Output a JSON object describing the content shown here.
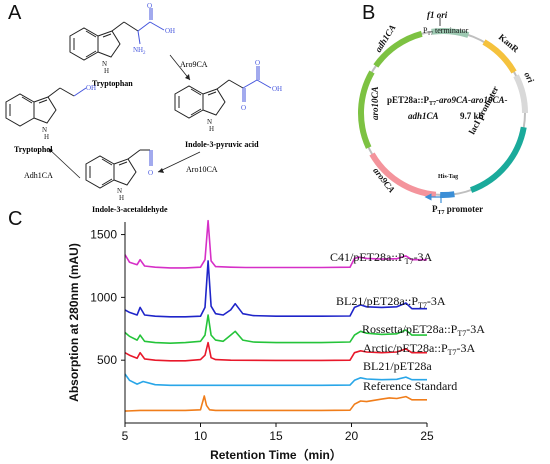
{
  "panels": {
    "a": "A",
    "b": "B",
    "c": "C"
  },
  "pathway": {
    "tryptophan": "Tryptophan",
    "ipa": "Indole-3-pyruvic acid",
    "iaald": "Indole-3-acetaldehyde",
    "tryptophol": "Tryptophol",
    "enz_aro9": "Aro9CA",
    "enz_aro10": "Aro10CA",
    "enz_adh1": "Adh1CA",
    "nh2": "NH",
    "nh2_sub": "2",
    "oh": "OH",
    "o": "O",
    "nh": "N",
    "h": "H"
  },
  "plasmid": {
    "title_line1": "pET28a::P",
    "title_sub": "T7",
    "title_line1_rest": "-aro9CA-aro10CA-",
    "title_line2": "adh1CA",
    "size": "9.7 kb",
    "f1ori": "f1 ori",
    "kanr": "KanR",
    "ori": "ori",
    "laci": "lacI promoter",
    "adh1": "adh1CA",
    "aro10": "aro10CA",
    "aro9": "aro9CA",
    "histag": "His-Tag",
    "t7term": "P",
    "t7term_sub": "T7",
    "t7term_rest": " terminator",
    "t7prom": "P",
    "t7prom_sub": "T7",
    "t7prom_rest": " promoter",
    "colors": {
      "adh1": "#7dc242",
      "aro10": "#7dc242",
      "aro9": "#f4949c",
      "f1ori": "#9dc9b2",
      "kanr": "#f5c23d",
      "ori": "#d9d9d9",
      "laci": "#1aaa9b",
      "histag": "#3b8ed6",
      "backbone": "#bfbfbf"
    }
  },
  "chart_data": {
    "type": "line",
    "xlabel": "Retention Time（min）",
    "ylabel": "Absorption at 280nm (mAU)",
    "xlim": [
      5,
      25
    ],
    "ylim": [
      0,
      1600
    ],
    "xticks": [
      "5",
      "10",
      "15",
      "20",
      "25"
    ],
    "yticks": [
      "500",
      "1000",
      "1500"
    ],
    "ytick_values": [
      500,
      1000,
      1500
    ],
    "xtick_values": [
      5,
      10,
      15,
      20,
      25
    ],
    "series": [
      {
        "name": "C41/pET28a::PT7-3A",
        "label_main": "C41/pET28a::P",
        "label_sub": "T7",
        "label_rest": "-3A",
        "color": "#d62fc7",
        "x": [
          5.0,
          5.3,
          5.8,
          6.0,
          6.3,
          7.0,
          8.0,
          9.0,
          10.0,
          10.3,
          10.5,
          10.7,
          11.0,
          12.0,
          13.0,
          15.0,
          18.0,
          19.9,
          20.2,
          20.5,
          21.0,
          22.0,
          23.0,
          23.6,
          24.0,
          25.0
        ],
        "y": [
          1340,
          1280,
          1260,
          1300,
          1250,
          1240,
          1235,
          1235,
          1240,
          1300,
          1610,
          1290,
          1245,
          1240,
          1238,
          1238,
          1238,
          1240,
          1310,
          1320,
          1310,
          1305,
          1308,
          1330,
          1300,
          1300
        ]
      },
      {
        "name": "BL21/pET28a::PT7-3A",
        "label_main": "BL21/pET28a::P",
        "label_sub": "T7",
        "label_rest": "-3A",
        "color": "#1f25c9",
        "x": [
          5.0,
          5.3,
          5.8,
          6.0,
          6.3,
          7.0,
          8.0,
          9.0,
          10.0,
          10.3,
          10.5,
          10.7,
          11.0,
          11.5,
          12.0,
          12.3,
          12.8,
          13.5,
          15.0,
          18.0,
          19.9,
          20.2,
          20.6,
          21.0,
          22.0,
          23.0,
          23.6,
          24.0,
          25.0
        ],
        "y": [
          900,
          880,
          860,
          920,
          860,
          850,
          845,
          845,
          850,
          920,
          1290,
          930,
          870,
          860,
          900,
          950,
          870,
          855,
          850,
          850,
          852,
          920,
          940,
          925,
          920,
          925,
          955,
          910,
          910
        ]
      },
      {
        "name": "Rossetta/pET28a::PT7-3A",
        "label_main": "Rossetta/pET28a::P",
        "label_sub": "T7",
        "label_rest": "-3A",
        "color": "#25c43a",
        "x": [
          5.0,
          5.3,
          5.8,
          6.0,
          6.3,
          7.0,
          8.0,
          9.0,
          10.0,
          10.3,
          10.5,
          10.7,
          11.0,
          11.5,
          12.0,
          12.3,
          12.8,
          13.5,
          15.0,
          18.0,
          19.9,
          20.2,
          20.6,
          21.0,
          22.0,
          23.0,
          23.6,
          24.0,
          25.0
        ],
        "y": [
          720,
          690,
          660,
          700,
          650,
          640,
          635,
          640,
          650,
          700,
          860,
          700,
          660,
          650,
          700,
          730,
          660,
          645,
          640,
          640,
          645,
          700,
          730,
          715,
          705,
          710,
          740,
          700,
          700
        ]
      },
      {
        "name": "Arctic/pET28a::PT7-3A",
        "label_main": "Arctic/pET28a::P",
        "label_sub": "T7",
        "label_rest": "-3A",
        "color": "#e8182a",
        "x": [
          5.0,
          5.3,
          5.8,
          6.0,
          6.3,
          7.0,
          8.0,
          9.0,
          10.0,
          10.3,
          10.5,
          10.7,
          11.0,
          12.0,
          15.0,
          18.0,
          19.9,
          20.2,
          20.6,
          21.0,
          22.0,
          23.0,
          23.6,
          24.0,
          25.0
        ],
        "y": [
          560,
          540,
          515,
          560,
          510,
          500,
          495,
          495,
          505,
          540,
          640,
          520,
          505,
          500,
          498,
          498,
          500,
          560,
          575,
          565,
          560,
          565,
          590,
          560,
          560
        ]
      },
      {
        "name": "BL21/pET28a",
        "label_main": "BL21/pET28a",
        "label_sub": "",
        "label_rest": "",
        "color": "#29a6e8",
        "x": [
          5.0,
          5.3,
          5.8,
          6.2,
          7.0,
          8.0,
          9.0,
          10.0,
          11.0,
          12.0,
          15.0,
          18.0,
          19.9,
          20.2,
          20.6,
          21.0,
          22.0,
          23.0,
          23.6,
          24.0,
          25.0
        ],
        "y": [
          390,
          340,
          310,
          330,
          305,
          300,
          300,
          300,
          300,
          300,
          300,
          300,
          302,
          340,
          360,
          350,
          345,
          348,
          365,
          345,
          345
        ]
      },
      {
        "name": "Reference Standard",
        "label_main": "Reference Standard",
        "label_sub": "",
        "label_rest": "",
        "color": "#f07d1a",
        "x": [
          5.0,
          6.0,
          7.0,
          8.0,
          9.0,
          10.0,
          10.1,
          10.25,
          10.4,
          10.6,
          11.0,
          12.0,
          15.0,
          18.0,
          19.9,
          20.2,
          20.6,
          21.0,
          22.0,
          22.5,
          23.0,
          23.6,
          24.0,
          25.0
        ],
        "y": [
          95,
          100,
          100,
          100,
          100,
          105,
          150,
          215,
          140,
          105,
          100,
          100,
          100,
          100,
          102,
          150,
          175,
          170,
          190,
          200,
          195,
          210,
          185,
          185
        ]
      }
    ]
  }
}
